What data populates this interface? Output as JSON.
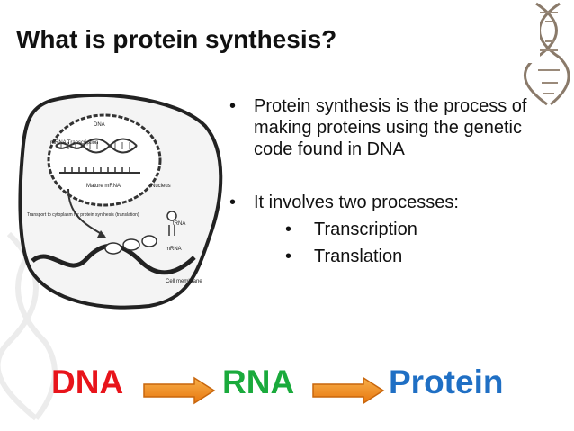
{
  "slide": {
    "title": "What is protein synthesis?",
    "bullets": [
      {
        "text": "Protein synthesis is the process of making proteins using the genetic code found in DNA"
      },
      {
        "text": "It involves two processes:"
      }
    ],
    "sub_bullets": [
      {
        "text": "Transcription"
      },
      {
        "text": "Translation"
      }
    ],
    "bullet_glyph": "•"
  },
  "figure": {
    "labels": {
      "dna": "DNA",
      "mrna_transcription": "mRNA Transcription",
      "mature_mrna": "Mature mRNA",
      "nucleus": "Nucleus",
      "transport": "Transport to cytoplasm for protein synthesis (translation)",
      "trna": "tRNA",
      "mrna": "mRNA",
      "cell_membrane": "Cell membrane"
    }
  },
  "flow": {
    "steps": [
      "DNA",
      "RNA",
      "Protein"
    ],
    "colors": {
      "dna": "#e8141b",
      "rna": "#1aaa3c",
      "protein": "#1f6fc4",
      "arrow": "#f08a1c"
    }
  }
}
